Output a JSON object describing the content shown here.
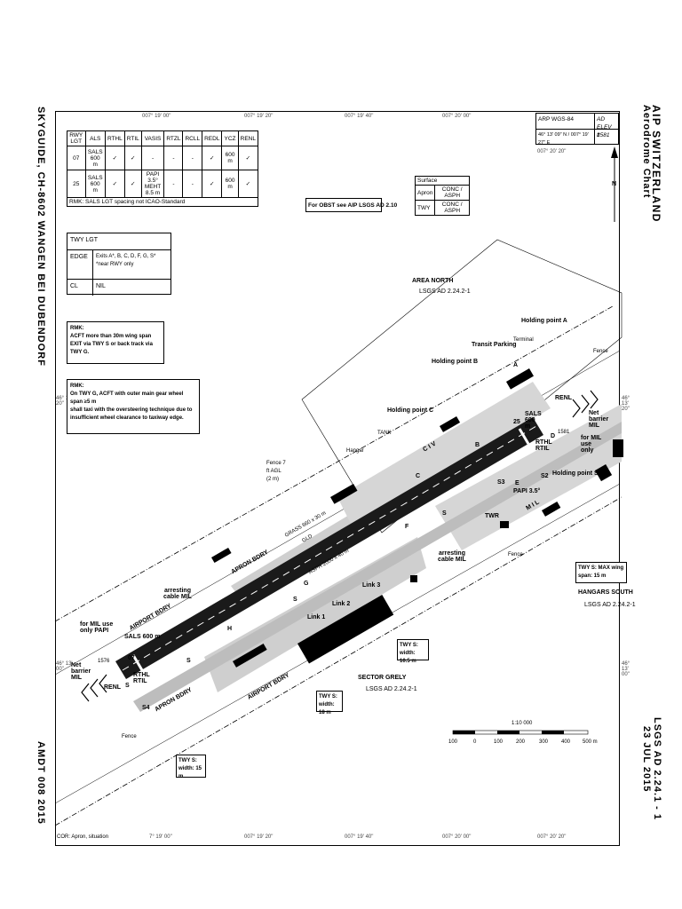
{
  "margin": {
    "left": "SKYGUIDE, CH-8602 WANGEN BEI DUBENDORF",
    "left_bottom": "AMDT 008 2015",
    "right_top": "AIP SWITZERLAND",
    "right_sub": "Aerodrome Chart",
    "right_bottom1": "LSGS AD 2.24.1 - 1",
    "right_bottom2": "23 JUL 2015"
  },
  "coords": {
    "top": [
      "007° 19' 00\"",
      "007° 19' 20\"",
      "007° 19' 40\"",
      "007° 20' 00\""
    ],
    "bottom": [
      "7° 19' 00\"",
      "007° 19' 20\"",
      "007° 19' 40\"",
      "007° 20' 00\"",
      "007° 20' 20\""
    ],
    "inner_top": "007° 20' 20\"",
    "left1": "46° 13' 20\"",
    "left2": "46° 13' 00\"",
    "right1": "46° 13' 20\"",
    "right2": "46° 13' 00\""
  },
  "arp": {
    "label": "ARP WGS-84",
    "value": "46° 13' 09\" N / 007° 19' 27\" E",
    "elev_label": "AD ELEV ft",
    "elev": "1581"
  },
  "north": "N",
  "rwy_table": {
    "headers": [
      "RWY LGT",
      "ALS",
      "RTHL",
      "RTIL",
      "VASIS",
      "RTZL",
      "RCLL",
      "REDL",
      "YCZ",
      "RENL"
    ],
    "rows": [
      [
        "07",
        "SALS 600 m",
        "✓",
        "✓",
        "-",
        "-",
        "-",
        "✓",
        "600 m",
        "✓"
      ],
      [
        "25",
        "SALS 600 m",
        "✓",
        "✓",
        "PAPI 3.5° MEHT 8.5 m",
        "-",
        "-",
        "✓",
        "600 m",
        "✓"
      ]
    ],
    "rmk": "RMK: SALS LGT spacing not ICAO-Standard"
  },
  "surface": {
    "title": "Surface",
    "rows": [
      [
        "Apron",
        "CONC / ASPH"
      ],
      [
        "TWY",
        "CONC / ASPH"
      ]
    ]
  },
  "obst": "For OBST see AIP LSGS AD 2.10",
  "twy_lgt": {
    "title": "TWY LGT",
    "rows": [
      [
        "EDGE",
        "Exits A*, B, C, D, F, G, S* *near RWY only"
      ],
      [
        "CL",
        "NIL"
      ]
    ]
  },
  "rmk1": {
    "title": "RMK:",
    "lines": [
      "ACFT more than 30m wing span",
      "EXIT via TWY S or back track via TWY G."
    ]
  },
  "rmk2": {
    "title": "RMK:",
    "lines": [
      "On TWY G, ACFT with outer main gear wheel span ≥5 m",
      "shall taxi with the oversteering technique due to",
      "insufficient wheel clearance to taxiway edge."
    ]
  },
  "labels": {
    "area_north": "AREA NORTH",
    "area_north_ref": "LSGS AD 2.24.2-1",
    "holding_a": "Holding point A",
    "holding_b": "Holding point B",
    "holding_c": "Holding point C",
    "transit_parking": "Transit Parking",
    "terminal": "Terminal",
    "fence": "Fence",
    "hangar": "Hangar",
    "tank": "TANK",
    "fence_agl": "Fence 7 ft AGL (2 m)",
    "civ": "C I V",
    "mil": "M I L",
    "grass": "GRASS 660 x 30 m",
    "gld": "GLD",
    "asph": "ASPH 2000 x 40 m",
    "apron_bdry_n": "APRON BDRY",
    "airport_bdry_n": "AIRPORT BDRY",
    "apron_bdry_s": "APRON BDRY",
    "airport_bdry_s": "AIRPORT BDRY",
    "arresting_w": "arresting cable MIL",
    "arresting_e": "arresting cable MIL",
    "sals_e": "SALS 600 m",
    "sals_w": "SALS 600 m",
    "renl_e": "RENL",
    "renl_w": "RENL",
    "rthl_e": "RTHL RTIL",
    "rthl_w": "RTHL RTIL",
    "netbarrier_e": "Net barrier MIL",
    "netbarrier_w": "Net barrier MIL",
    "for_mil_e": "for MIL use only",
    "for_mil_w": "for MIL use only PAPI",
    "papi_e": "PAPI 3.5°",
    "holding_s1": "Holding point S1",
    "twr": "TWR",
    "rwy07": "07",
    "rwy25": "25",
    "hdg_e": "1581",
    "hdg_w": "1576",
    "link1": "Link 1",
    "link2": "Link 2",
    "link3": "Link 3",
    "sector_grely": "SECTOR GRELY",
    "sector_grely_ref": "LSGS AD 2.24.2-1",
    "hangars_south": "HANGARS SOUTH",
    "hangars_south_ref": "LSGS AD 2.24.2-1",
    "twy_a": "A",
    "twy_b": "B",
    "twy_c": "C",
    "twy_d": "D",
    "twy_e": "E",
    "twy_f": "F",
    "twy_g": "G",
    "twy_h": "H",
    "twy_s": "S",
    "twy_s2": "S2",
    "twy_s3": "S3",
    "twy_s4": "S4",
    "twy_s5": "S"
  },
  "twy_notes": {
    "max": "TWY S: MAX wing span: 15 m",
    "w105": "TWY S: width: 10.5 m",
    "w18": "TWY S: width: 18 m",
    "w15": "TWY S: width: 15 m"
  },
  "scale": {
    "title": "1:10 000",
    "ticks": [
      "100",
      "0",
      "100",
      "200",
      "300",
      "400",
      "500 m"
    ]
  },
  "cor": "COR: Apron, situation"
}
